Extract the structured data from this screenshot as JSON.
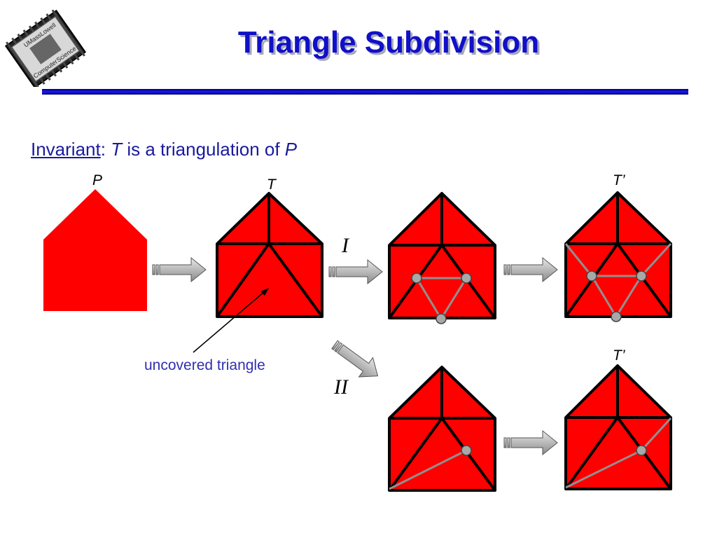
{
  "header": {
    "title": "Triangle Subdivision",
    "logo": {
      "icon": "umass-lowell-chip-logo-icon",
      "text_top_left": "UMass",
      "text_top_right": "Lowell",
      "text_bottom_left": "Computer",
      "text_bottom_right": "Science"
    }
  },
  "invariant": {
    "prefix": "Invariant",
    "colon": ":",
    "var_t": "T",
    "middle": " is a triangulation of ",
    "var_p": "P"
  },
  "labels": {
    "p": "P",
    "t": "T",
    "t_prime_top": "T’",
    "t_prime_bottom": "T’",
    "case_one": "I",
    "case_two": "II",
    "uncovered": "uncovered triangle"
  },
  "colors": {
    "title": "#1010c8",
    "fill": "#ff0000",
    "edge": "#000000",
    "added_edge": "#909090",
    "node": "#a8a8a8",
    "arrow": "#b8b8b8",
    "text": "#1a1aa0"
  },
  "icons": [
    "block-arrow-right-icon",
    "block-arrow-diagonal-icon",
    "pointer-arrow-icon"
  ]
}
